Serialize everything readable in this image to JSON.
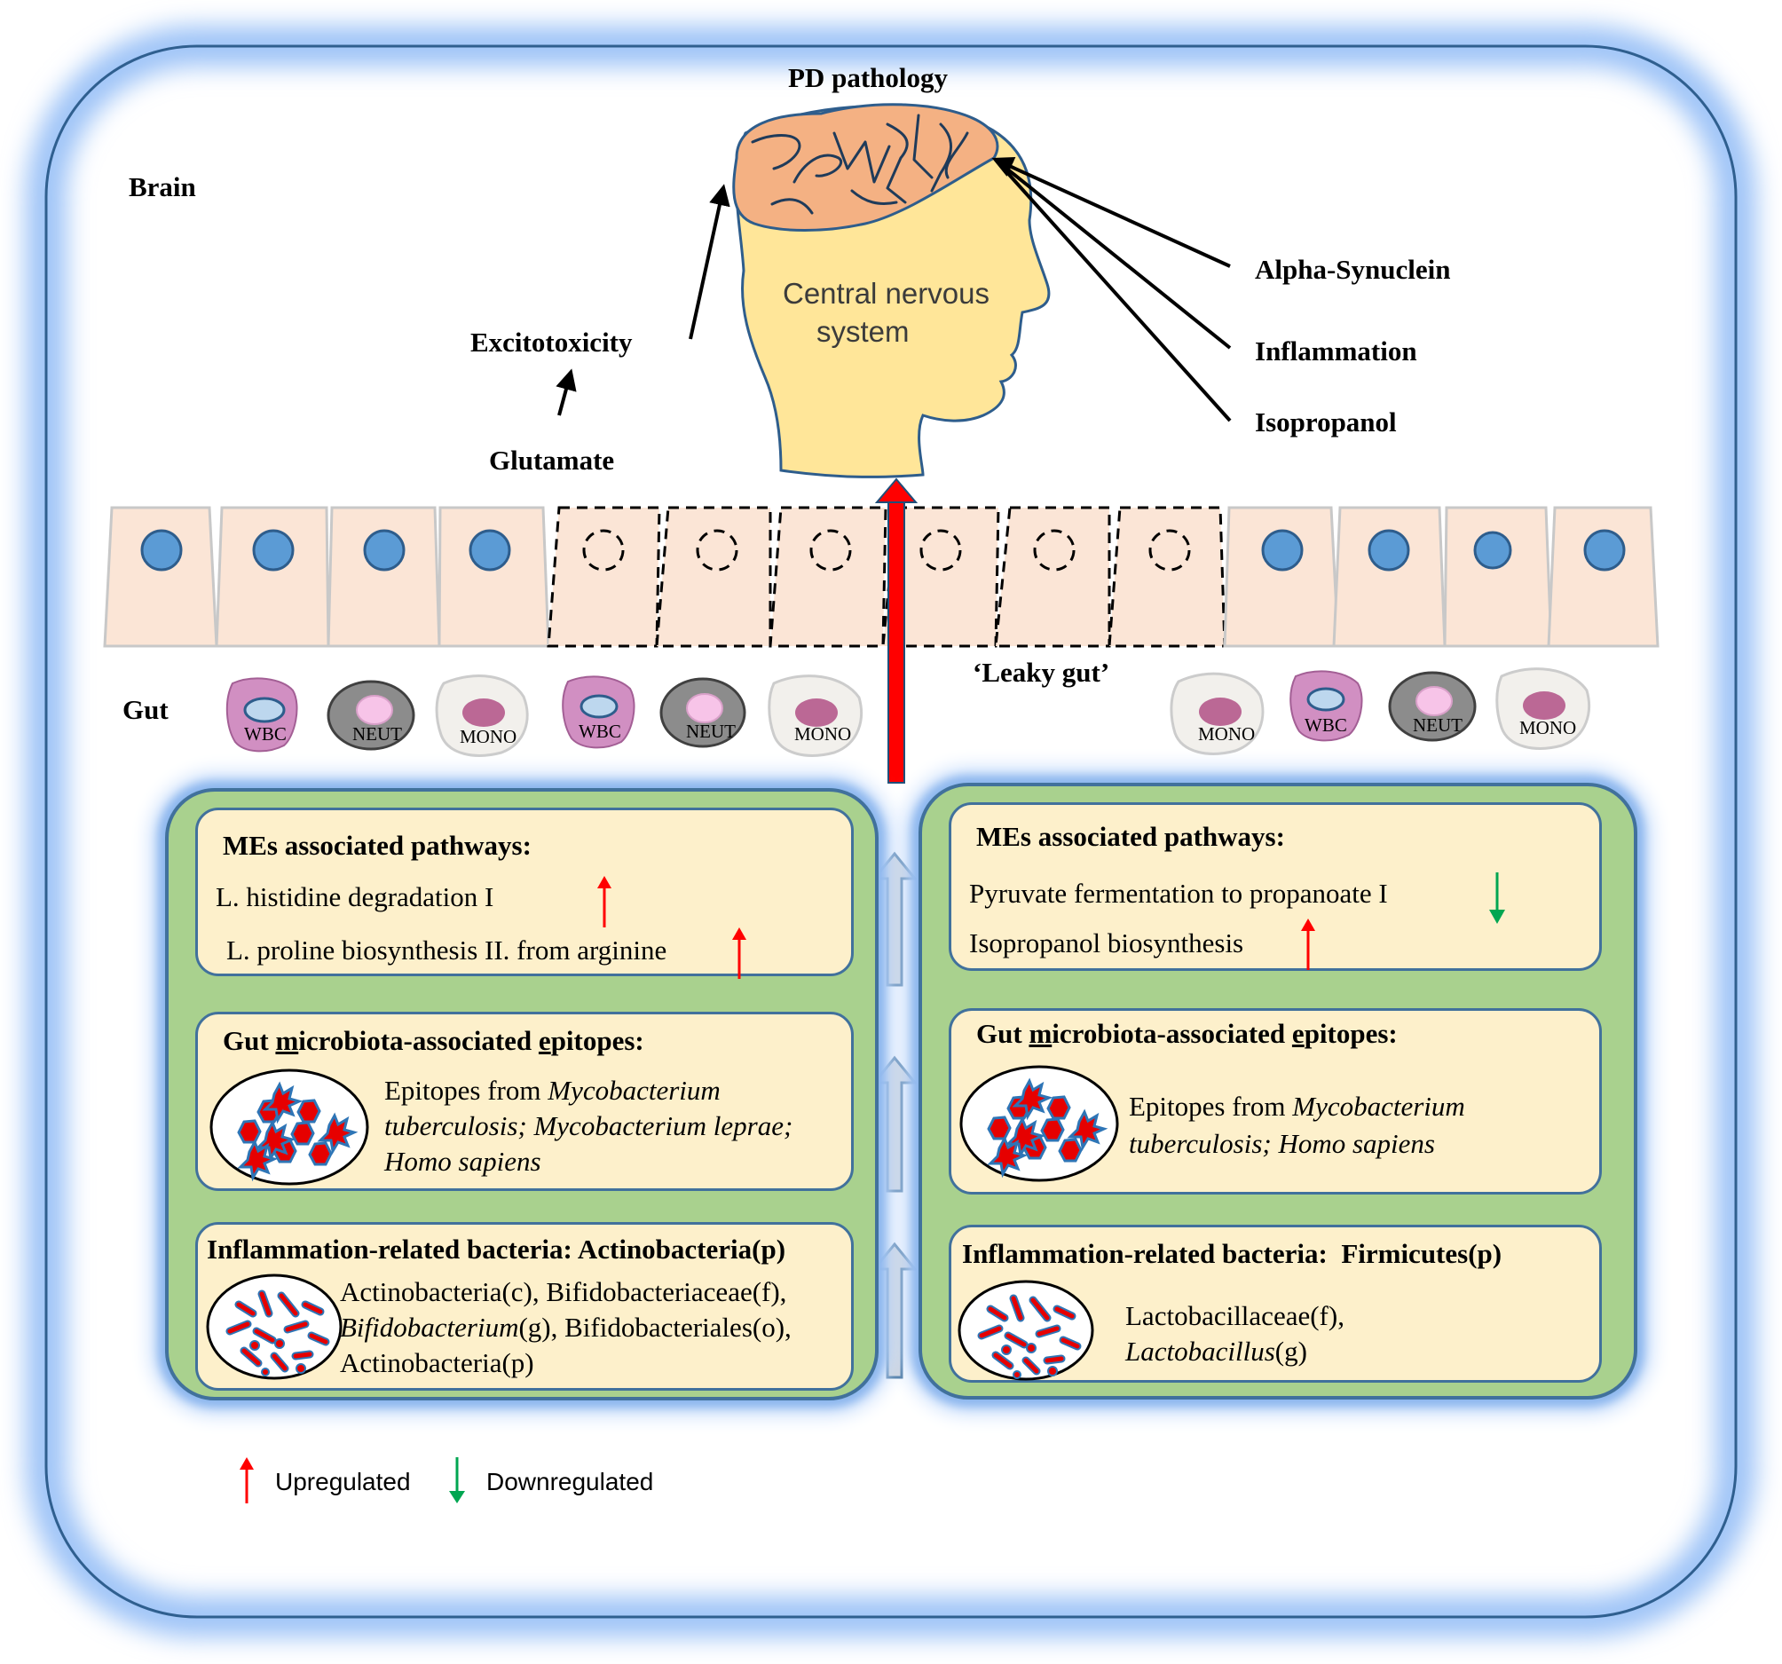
{
  "labels": {
    "pd_pathology": "PD pathology",
    "brain": "Brain",
    "gut": "Gut",
    "cns": [
      "Central nervous",
      "system"
    ],
    "excitotoxicity": "Excitotoxicity",
    "glutamate": "Glutamate",
    "alpha_synuclein": "Alpha-Synuclein",
    "inflammation": "Inflammation",
    "isopropanol": "Isopropanol",
    "leaky_gut": "‘Leaky gut’"
  },
  "immune_cells": {
    "wbc": "WBC",
    "neut": "NEUT",
    "mono": "MONO"
  },
  "left_panel": {
    "pathways_title": "MEs associated pathways:",
    "pathways": [
      {
        "text": "L. histidine degradation I",
        "direction": "up"
      },
      {
        "text": "L. proline biosynthesis II. from arginine",
        "direction": "up"
      }
    ],
    "epitopes_title": {
      "a": "Gut ",
      "b": "m",
      "c": "icrobiota-associated ",
      "d": "e",
      "e": "pitopes:"
    },
    "epitopes_lines": [
      {
        "plain": "Epitopes from ",
        "italic": "Mycobacterium"
      },
      {
        "plain": "",
        "italic": "tuberculosis; Mycobacterium leprae;"
      },
      {
        "plain": "",
        "italic": "Homo sapiens"
      }
    ],
    "bacteria_title": "Inflammation-related bacteria:",
    "bacteria_phylum": "Actinobacteria(p)",
    "bacteria_lines": [
      {
        "pre": "Actinobacteria(c), Bifidobacteriaceae(f),",
        "italic": "",
        "post": ""
      },
      {
        "pre": "",
        "italic": "Bifidobacterium",
        "post": "(g), Bifidobacteriales(o),"
      },
      {
        "pre": "Actinobacteria(p)",
        "italic": "",
        "post": ""
      }
    ]
  },
  "right_panel": {
    "pathways_title": "MEs associated pathways:",
    "pathways": [
      {
        "text": "Pyruvate fermentation to propanoate I",
        "direction": "down"
      },
      {
        "text": "Isopropanol biosynthesis",
        "direction": "up"
      }
    ],
    "epitopes_title": {
      "a": "Gut ",
      "b": "m",
      "c": "icrobiota-associated ",
      "d": "e",
      "e": "pitopes:"
    },
    "epitopes_lines": [
      {
        "plain": "Epitopes from ",
        "italic": "Mycobacterium"
      },
      {
        "plain": "",
        "italic": "tuberculosis; Homo sapiens"
      }
    ],
    "bacteria_title": "Inflammation-related bacteria:",
    "bacteria_phylum": "Firmicutes(p)",
    "bacteria_lines": [
      {
        "pre": "Lactobacillaceae(f),",
        "italic": "",
        "post": ""
      },
      {
        "pre": "",
        "italic": "Lactobacillus",
        "post": "(g)"
      }
    ]
  },
  "legend": {
    "up": "Upregulated",
    "down": "Downregulated"
  },
  "colors": {
    "up_arrow": "#ff0000",
    "down_arrow": "#00a651",
    "panel_green": "#a9d18e",
    "box_fill": "#fdf0cb",
    "border_blue": "#41719c",
    "brain_orange": "#f4b183",
    "head_yellow": "#ffe699",
    "cell_fill": "#fbe5d6",
    "nucleus": "#5b9bd5",
    "glow": "#9dc3f7"
  }
}
